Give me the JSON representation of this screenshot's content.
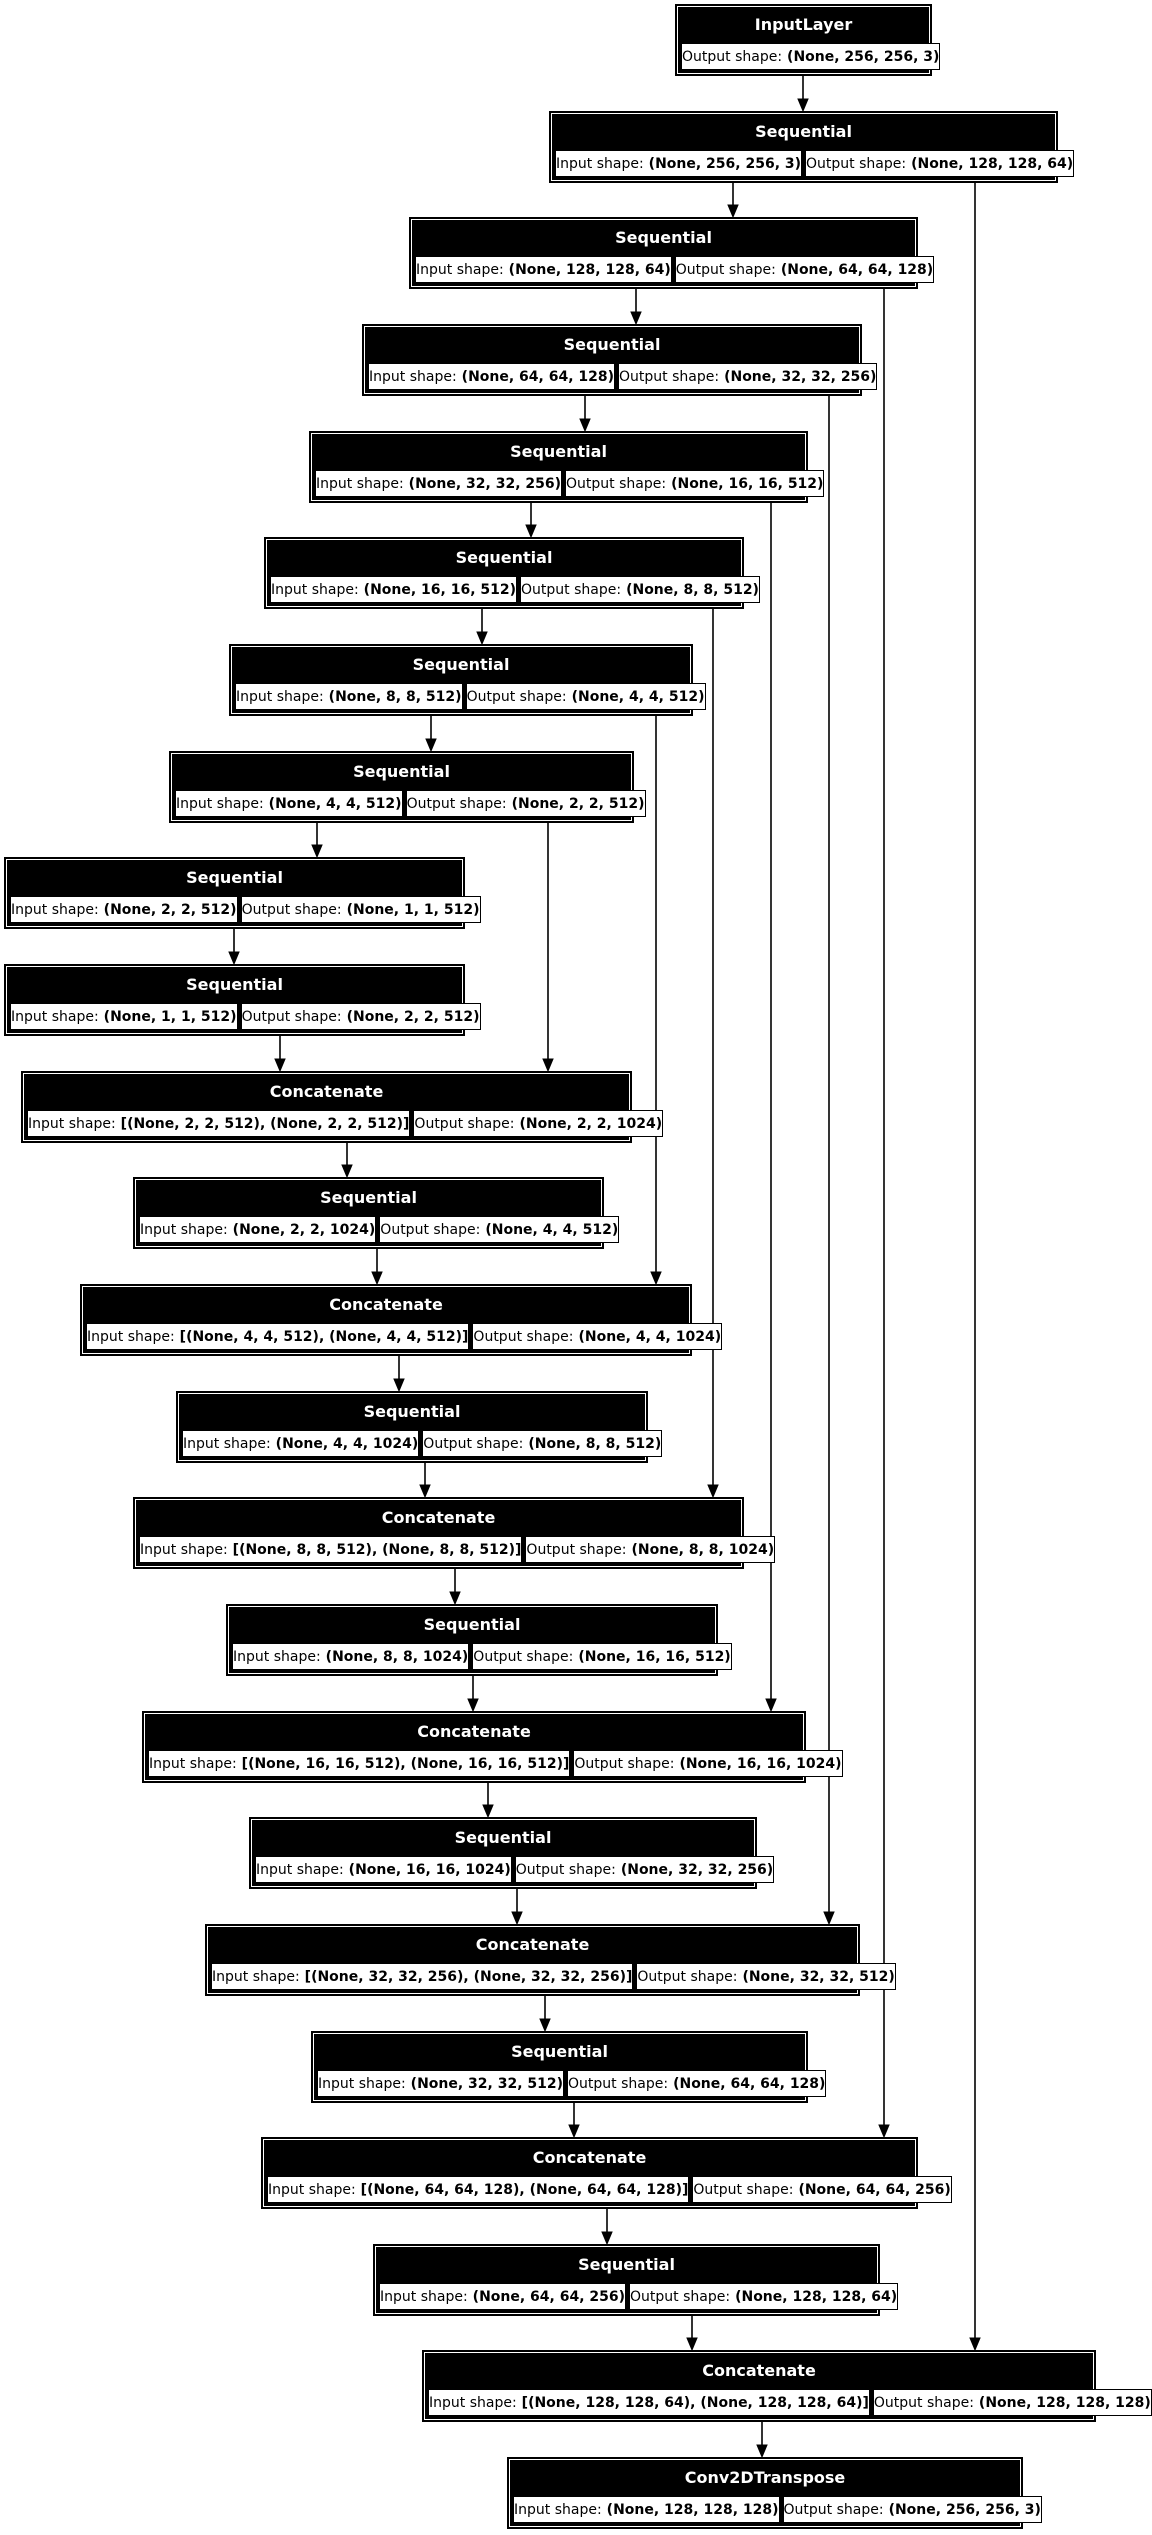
{
  "diagram": {
    "type": "keras-model-architecture-graph",
    "model_family": "U-Net / pix2pix generator",
    "colors": {
      "background": "#ffffff",
      "node_fill": "#000000",
      "node_title_text": "#ffffff",
      "cell_fill": "#ffffff",
      "cell_text": "#000000",
      "edge": "#000000"
    },
    "labels": {
      "input_prefix": "Input shape:",
      "output_prefix": "Output shape:"
    },
    "nodes": [
      {
        "title": "InputLayer",
        "output_shape": "(None, 256, 256, 3)"
      },
      {
        "title": "Sequential",
        "input_shape": "(None, 256, 256, 3)",
        "output_shape": "(None, 128, 128, 64)"
      },
      {
        "title": "Sequential",
        "input_shape": "(None, 128, 128, 64)",
        "output_shape": "(None, 64, 64, 128)"
      },
      {
        "title": "Sequential",
        "input_shape": "(None, 64, 64, 128)",
        "output_shape": "(None, 32, 32, 256)"
      },
      {
        "title": "Sequential",
        "input_shape": "(None, 32, 32, 256)",
        "output_shape": "(None, 16, 16, 512)"
      },
      {
        "title": "Sequential",
        "input_shape": "(None, 16, 16, 512)",
        "output_shape": "(None, 8, 8, 512)"
      },
      {
        "title": "Sequential",
        "input_shape": "(None, 8, 8, 512)",
        "output_shape": "(None, 4, 4, 512)"
      },
      {
        "title": "Sequential",
        "input_shape": "(None, 4, 4, 512)",
        "output_shape": "(None, 2, 2, 512)"
      },
      {
        "title": "Sequential",
        "input_shape": "(None, 2, 2, 512)",
        "output_shape": "(None, 1, 1, 512)"
      },
      {
        "title": "Sequential",
        "input_shape": "(None, 1, 1, 512)",
        "output_shape": "(None, 2, 2, 512)"
      },
      {
        "title": "Concatenate",
        "input_shape": "[(None, 2, 2, 512), (None, 2, 2, 512)]",
        "output_shape": "(None, 2, 2, 1024)"
      },
      {
        "title": "Sequential",
        "input_shape": "(None, 2, 2, 1024)",
        "output_shape": "(None, 4, 4, 512)"
      },
      {
        "title": "Concatenate",
        "input_shape": "[(None, 4, 4, 512), (None, 4, 4, 512)]",
        "output_shape": "(None, 4, 4, 1024)"
      },
      {
        "title": "Sequential",
        "input_shape": "(None, 4, 4, 1024)",
        "output_shape": "(None, 8, 8, 512)"
      },
      {
        "title": "Concatenate",
        "input_shape": "[(None, 8, 8, 512), (None, 8, 8, 512)]",
        "output_shape": "(None, 8, 8, 1024)"
      },
      {
        "title": "Sequential",
        "input_shape": "(None, 8, 8, 1024)",
        "output_shape": "(None, 16, 16, 512)"
      },
      {
        "title": "Concatenate",
        "input_shape": "[(None, 16, 16, 512), (None, 16, 16, 512)]",
        "output_shape": "(None, 16, 16, 1024)"
      },
      {
        "title": "Sequential",
        "input_shape": "(None, 16, 16, 1024)",
        "output_shape": "(None, 32, 32, 256)"
      },
      {
        "title": "Concatenate",
        "input_shape": "[(None, 32, 32, 256), (None, 32, 32, 256)]",
        "output_shape": "(None, 32, 32, 512)"
      },
      {
        "title": "Sequential",
        "input_shape": "(None, 32, 32, 512)",
        "output_shape": "(None, 64, 64, 128)"
      },
      {
        "title": "Concatenate",
        "input_shape": "[(None, 64, 64, 128), (None, 64, 64, 128)]",
        "output_shape": "(None, 64, 64, 256)"
      },
      {
        "title": "Sequential",
        "input_shape": "(None, 64, 64, 256)",
        "output_shape": "(None, 128, 128, 64)"
      },
      {
        "title": "Concatenate",
        "input_shape": "[(None, 128, 128, 64), (None, 128, 128, 64)]",
        "output_shape": "(None, 128, 128, 128)"
      },
      {
        "title": "Conv2DTranspose",
        "input_shape": "(None, 128, 128, 128)",
        "output_shape": "(None, 256, 256, 3)"
      }
    ],
    "edges": [
      {
        "from": 0,
        "to": 1,
        "kind": "sequential"
      },
      {
        "from": 1,
        "to": 2,
        "kind": "sequential"
      },
      {
        "from": 2,
        "to": 3,
        "kind": "sequential"
      },
      {
        "from": 3,
        "to": 4,
        "kind": "sequential"
      },
      {
        "from": 4,
        "to": 5,
        "kind": "sequential"
      },
      {
        "from": 5,
        "to": 6,
        "kind": "sequential"
      },
      {
        "from": 6,
        "to": 7,
        "kind": "sequential"
      },
      {
        "from": 7,
        "to": 8,
        "kind": "sequential"
      },
      {
        "from": 8,
        "to": 9,
        "kind": "sequential"
      },
      {
        "from": 9,
        "to": 10,
        "kind": "sequential"
      },
      {
        "from": 10,
        "to": 11,
        "kind": "sequential"
      },
      {
        "from": 11,
        "to": 12,
        "kind": "sequential"
      },
      {
        "from": 12,
        "to": 13,
        "kind": "sequential"
      },
      {
        "from": 13,
        "to": 14,
        "kind": "sequential"
      },
      {
        "from": 14,
        "to": 15,
        "kind": "sequential"
      },
      {
        "from": 15,
        "to": 16,
        "kind": "sequential"
      },
      {
        "from": 16,
        "to": 17,
        "kind": "sequential"
      },
      {
        "from": 17,
        "to": 18,
        "kind": "sequential"
      },
      {
        "from": 18,
        "to": 19,
        "kind": "sequential"
      },
      {
        "from": 19,
        "to": 20,
        "kind": "sequential"
      },
      {
        "from": 20,
        "to": 21,
        "kind": "sequential"
      },
      {
        "from": 21,
        "to": 22,
        "kind": "sequential"
      },
      {
        "from": 22,
        "to": 23,
        "kind": "sequential"
      },
      {
        "from": 7,
        "to": 10,
        "kind": "skip"
      },
      {
        "from": 6,
        "to": 12,
        "kind": "skip"
      },
      {
        "from": 5,
        "to": 14,
        "kind": "skip"
      },
      {
        "from": 4,
        "to": 16,
        "kind": "skip"
      },
      {
        "from": 3,
        "to": 18,
        "kind": "skip"
      },
      {
        "from": 2,
        "to": 20,
        "kind": "skip"
      },
      {
        "from": 1,
        "to": 22,
        "kind": "skip"
      }
    ]
  }
}
